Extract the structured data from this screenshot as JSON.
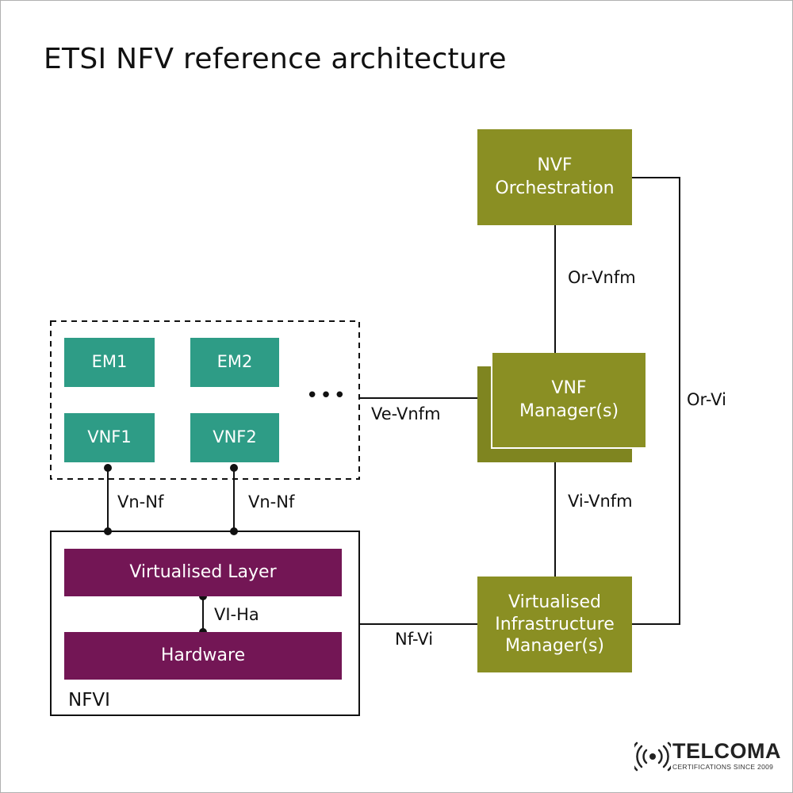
{
  "title": "ETSI NFV reference architecture",
  "nodes": {
    "orchestration": "NVF\nOrchestration",
    "vnf_manager": "VNF\nManager(s)",
    "vim": "Virtualised\nInfrastructure\nManager(s)",
    "em1": "EM1",
    "em2": "EM2",
    "vnf1": "VNF1",
    "vnf2": "VNF2",
    "virtualised_layer": "Virtualised Layer",
    "hardware": "Hardware",
    "nfvi": "NFVI",
    "ellipsis": "•••"
  },
  "interfaces": {
    "or_vnfm": "Or-Vnfm",
    "or_vi": "Or-Vi",
    "ve_vnfm": "Ve-Vnfm",
    "vi_vnfm": "Vi-Vnfm",
    "nf_vi": "Nf-Vi",
    "vn_nf_1": "Vn-Nf",
    "vn_nf_2": "Vn-Nf",
    "vl_ha": "VI-Ha"
  },
  "logo": {
    "name": "TELCOMA",
    "tagline": "CERTIFICATIONS SINCE 2009"
  },
  "colors": {
    "olive": "#8a8f23",
    "teal": "#2e9c86",
    "purple": "#731655",
    "line": "#111111"
  }
}
